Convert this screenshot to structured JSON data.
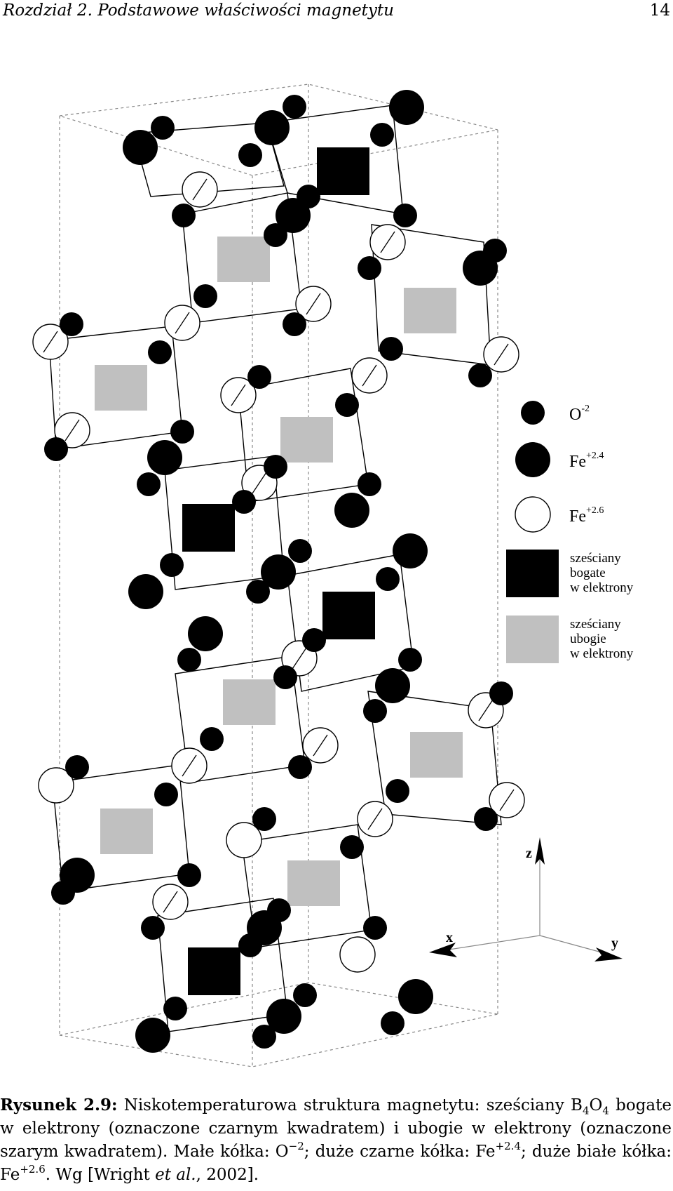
{
  "header": {
    "chapter": "Rozdział 2. Podstawowe właściwości magnetytu",
    "page_number": "14"
  },
  "legend": {
    "o2_base": "O",
    "o2_sup": "-2",
    "fe24_base": "Fe",
    "fe24_sup": "+2.4",
    "fe26_base": "Fe",
    "fe26_sup": "+2.6",
    "rich": [
      "sześciany",
      "bogate",
      "w elektrony"
    ],
    "poor": [
      "sześciany",
      "ubogie",
      "w elektrony"
    ]
  },
  "axes": {
    "z": "z",
    "x": "x",
    "y": "y"
  },
  "colors": {
    "ink": "#000000",
    "poor_cube": "#c0c0c0",
    "grid": "#888888"
  },
  "caption": {
    "label": "Rysunek 2.9:",
    "t1": " Niskotemperaturowa struktura magnetytu: sześciany B",
    "s1": "4",
    "t2": "O",
    "s2": "4",
    "t3": " bogate w elektrony (oznaczone czarnym kwadratem) i ubogie w elektrony (oznaczone szarym kwadratem). Małe kółka: O",
    "p1": "−2",
    "t4": "; duże czarne kółka: Fe",
    "p2": "+2.4",
    "t5": "; duże białe kółka: Fe",
    "p3": "+2.6",
    "t6": ". Wg [Wright ",
    "etal": "et al.",
    "t7": ", 2002]."
  }
}
